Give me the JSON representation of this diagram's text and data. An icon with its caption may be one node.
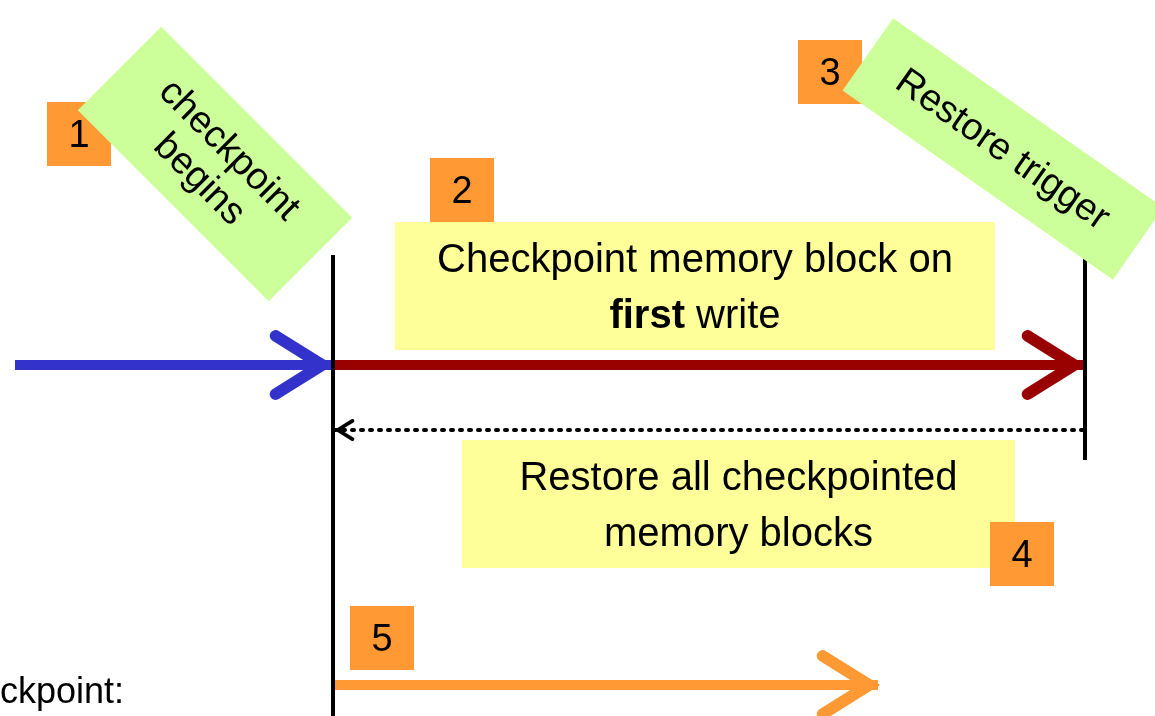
{
  "diagram": {
    "nodes": [
      {
        "text": [],
        "shape": "bar"
      },
      {
        "text": [],
        "shape": "bar"
      }
    ],
    "edges": [
      {
        "from": null,
        "to": 0,
        "arrow": "to",
        "color": "#3333cc"
      },
      {
        "from": 0,
        "to": 1,
        "arrow": "to",
        "label": "Checkpoint memory block on **first** write",
        "color": "#990000"
      },
      {
        "from": 1,
        "to": 0,
        "arrow": "to",
        "label": "Restore all checkpointed memory blocks",
        "style": "dashed",
        "color": "#000000"
      },
      {
        "from": 0,
        "to": null,
        "arrow": "to",
        "color": "#ff9933"
      }
    ],
    "labels": [
      "3",
      "Restore trigger",
      "1",
      "checkpoint begins",
      "2",
      "4",
      "5",
      "ckpoint:"
    ]
  }
}
